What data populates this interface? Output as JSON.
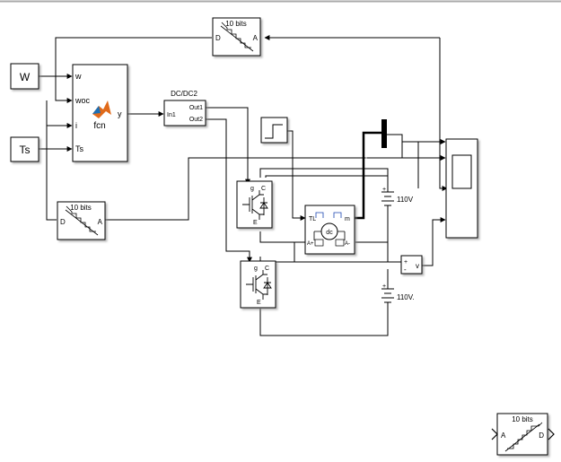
{
  "blocks": {
    "w": "W",
    "ts": "Ts",
    "fcn": {
      "name": "fcn",
      "in1": "w",
      "in2": "woc",
      "in3": "i",
      "in4": "Ts",
      "out": "y"
    },
    "dcdc": {
      "title": "DC/DC2",
      "in": "In1",
      "out1": "Out1",
      "out2": "Out2"
    },
    "dac_top": {
      "title": "10 bits",
      "port_in": "D",
      "port_out": "A"
    },
    "dac_left": {
      "title": "10 bits",
      "port_in": "D",
      "port_out": "A"
    },
    "adc": {
      "title": "10 bits",
      "port_in": "A",
      "port_out": "D"
    },
    "igbt_top": {
      "g": "g",
      "c": "C",
      "e": "E"
    },
    "igbt_bottom": {
      "g": "g",
      "c": "C",
      "e": "E"
    },
    "motor": {
      "tl": "TL",
      "m": "m",
      "dc": "dc",
      "a_plus": "A+",
      "a_minus": "A-"
    },
    "source_top": {
      "label": "110V"
    },
    "source_bottom": {
      "label": "110V."
    },
    "voltmeter": {
      "label": "v",
      "plus": "+",
      "minus": "-"
    }
  }
}
